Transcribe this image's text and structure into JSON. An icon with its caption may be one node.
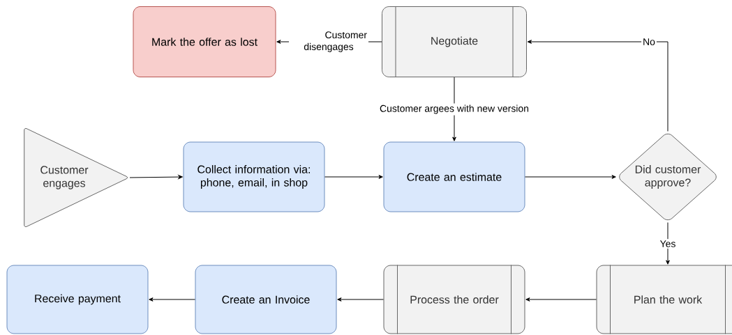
{
  "diagram": {
    "nodes": [
      {
        "text": [
          "Mark the offer as lost"
        ]
      },
      {
        "text": [
          "Negotiate"
        ]
      },
      {
        "text": [
          "Customer engages"
        ]
      },
      {
        "text": [
          "Collect information via: phone, email, in shop"
        ]
      },
      {
        "text": [
          "Create an estimate"
        ]
      },
      {
        "text": [
          "Did customer approve?"
        ]
      },
      {
        "text": [
          "Plan the work"
        ]
      },
      {
        "text": [
          "Process the order"
        ]
      },
      {
        "text": [
          "Create an Invoice"
        ]
      },
      {
        "text": [
          "Receive payment"
        ]
      }
    ],
    "edges": [
      {
        "from": 1,
        "to": 0,
        "arrow": "to",
        "label": "Customer disengages"
      },
      {
        "from": 1,
        "to": 4,
        "arrow": "to",
        "label": "Customer argees with new version"
      },
      {
        "from": 2,
        "to": 3,
        "arrow": "to"
      },
      {
        "from": 3,
        "to": 4,
        "arrow": "to"
      },
      {
        "from": 4,
        "to": 5,
        "arrow": "to"
      },
      {
        "from": 5,
        "to": 1,
        "arrow": "to",
        "label": "No"
      },
      {
        "from": 5,
        "to": 6,
        "arrow": "to",
        "label": "Yes"
      },
      {
        "from": 6,
        "to": 7,
        "arrow": "to"
      },
      {
        "from": 7,
        "to": 8,
        "arrow": "to"
      },
      {
        "from": 8,
        "to": 9,
        "arrow": "to"
      }
    ]
  }
}
